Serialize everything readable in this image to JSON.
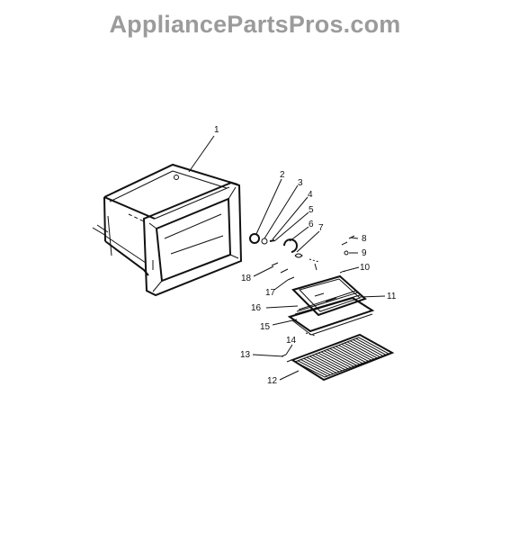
{
  "watermark": "AppliancePartsPros.com",
  "callouts": [
    "1",
    "2",
    "3",
    "4",
    "5",
    "6",
    "7",
    "8",
    "9",
    "10",
    "11",
    "12",
    "13",
    "14",
    "15",
    "16",
    "17",
    "18"
  ],
  "colors": {
    "watermark": "#9b9b9b",
    "lines": "#111111",
    "background": "#ffffff"
  }
}
